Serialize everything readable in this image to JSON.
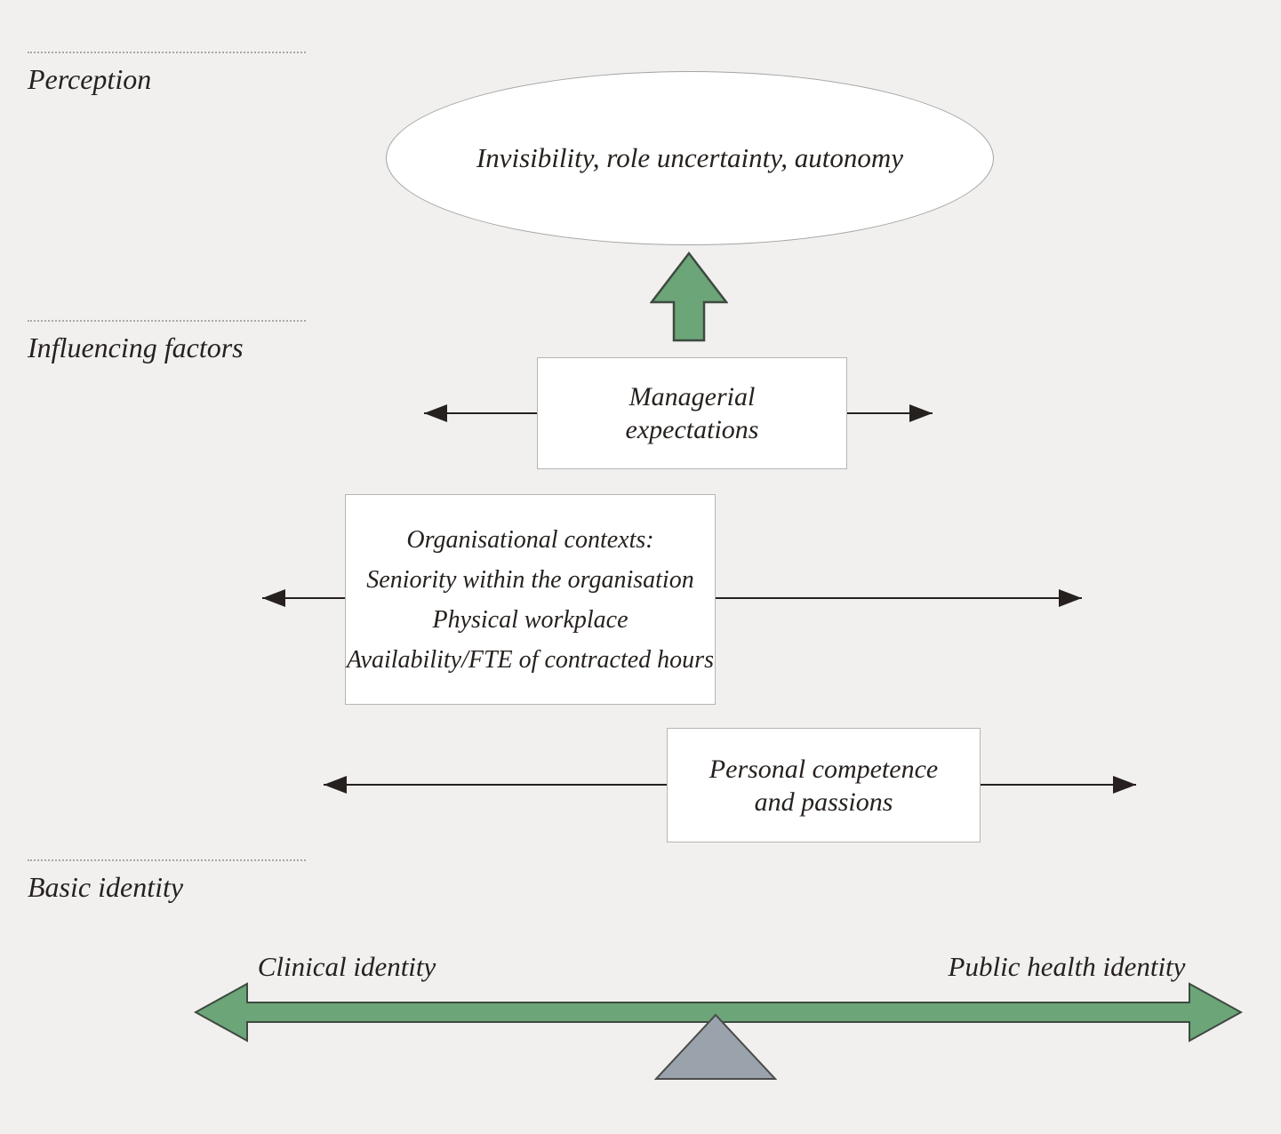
{
  "colors": {
    "background": "#f1f0ee",
    "box_fill": "#ffffff",
    "box_border": "#b5b5b5",
    "ellipse_border": "#a3a3a3",
    "ink": "#26211e",
    "green": "#6ca577",
    "green_border": "#3e4a41",
    "fulcrum_fill": "#9aa2ab",
    "fulcrum_border": "#4b4b4b",
    "dotted_line": "#a9a7a2"
  },
  "sections": [
    {
      "label": "Perception"
    },
    {
      "label": "Influencing factors"
    },
    {
      "label": "Basic identity"
    }
  ],
  "perception": {
    "ellipse_text": "Invisibility, role uncertainty, autonomy"
  },
  "influencing_factors": {
    "managerial_box": {
      "lines": [
        "Managerial",
        "expectations"
      ]
    },
    "organisational_box": {
      "lines": [
        "Organisational contexts:",
        "Seniority within the organisation",
        "Physical workplace",
        "Availability/FTE of contracted hours"
      ]
    },
    "personal_box": {
      "lines": [
        "Personal competence",
        "and passions"
      ]
    }
  },
  "basic_identity": {
    "left_label": "Clinical identity",
    "right_label": "Public health identity"
  }
}
